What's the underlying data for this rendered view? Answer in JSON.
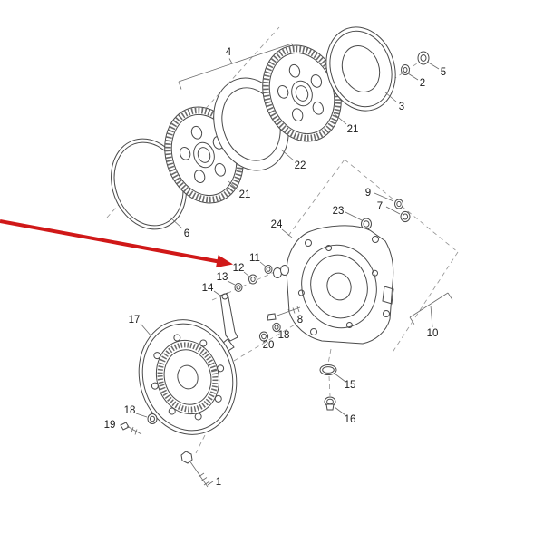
{
  "diagram": {
    "labels": {
      "p1": "1",
      "p2": "2",
      "p3": "3",
      "p4": "4",
      "p5": "5",
      "p6": "6",
      "p7": "7",
      "p8": "8",
      "p9": "9",
      "p10": "10",
      "p11": "11",
      "p12": "12",
      "p13": "13",
      "p14": "14",
      "p15": "15",
      "p16": "16",
      "p17": "17",
      "p18a": "18",
      "p18b": "18",
      "p19": "19",
      "p20": "20",
      "p21a": "21",
      "p21b": "21",
      "p22": "22",
      "p23": "23",
      "p24": "24"
    },
    "colors": {
      "arrow": "#d01818",
      "line": "#4a4a4a",
      "background": "#ffffff"
    }
  }
}
